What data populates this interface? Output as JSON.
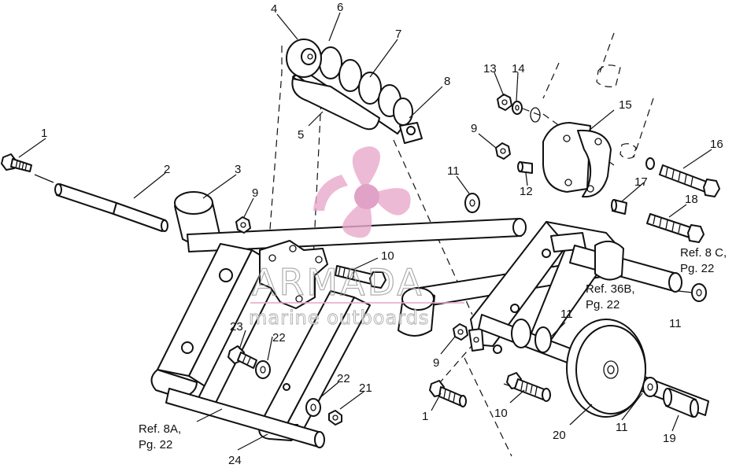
{
  "callouts": [
    {
      "id": "c4",
      "text": "4"
    },
    {
      "id": "c6",
      "text": "6"
    },
    {
      "id": "c7",
      "text": "7"
    },
    {
      "id": "c8",
      "text": "8"
    },
    {
      "id": "c5",
      "text": "5"
    },
    {
      "id": "c1a",
      "text": "1"
    },
    {
      "id": "c2",
      "text": "2"
    },
    {
      "id": "c3",
      "text": "3"
    },
    {
      "id": "c9a",
      "text": "9"
    },
    {
      "id": "c13",
      "text": "13"
    },
    {
      "id": "c14",
      "text": "14"
    },
    {
      "id": "c15",
      "text": "15"
    },
    {
      "id": "c9b",
      "text": "9"
    },
    {
      "id": "c16",
      "text": "16"
    },
    {
      "id": "c11a",
      "text": "11"
    },
    {
      "id": "c12",
      "text": "12"
    },
    {
      "id": "c17",
      "text": "17"
    },
    {
      "id": "c18",
      "text": "18"
    },
    {
      "id": "c10a",
      "text": "10"
    },
    {
      "id": "c11b",
      "text": "11"
    },
    {
      "id": "c11c",
      "text": "11"
    },
    {
      "id": "c23",
      "text": "23"
    },
    {
      "id": "c22a",
      "text": "22"
    },
    {
      "id": "c9c",
      "text": "9"
    },
    {
      "id": "c22b",
      "text": "22"
    },
    {
      "id": "c21",
      "text": "21"
    },
    {
      "id": "c1b",
      "text": "1"
    },
    {
      "id": "c10b",
      "text": "10"
    },
    {
      "id": "c20",
      "text": "20"
    },
    {
      "id": "c11d",
      "text": "11"
    },
    {
      "id": "c19",
      "text": "19"
    },
    {
      "id": "c24",
      "text": "24"
    }
  ],
  "references": {
    "ref8c_line1": "Ref. 8 C,",
    "ref8c_line2": "Pg. 22",
    "ref36b_line1": "Ref. 36B,",
    "ref36b_line2": "Pg. 22",
    "ref8a_line1": "Ref. 8A,",
    "ref8a_line2": "Pg. 22"
  },
  "watermark": {
    "brand": "ARMADA",
    "tagline": "marine outboards",
    "accent": "#e9a9cc",
    "accent_dark": "#d98cb9"
  }
}
